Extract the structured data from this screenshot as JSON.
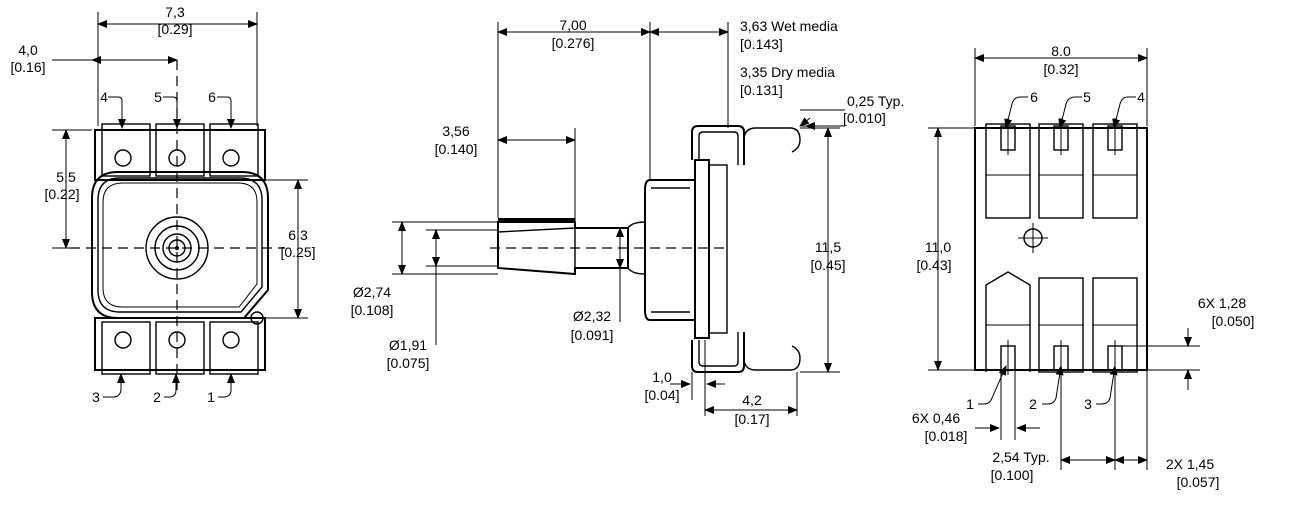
{
  "views": {
    "left": {
      "dims": {
        "width_mm": "7,3",
        "width_in": "[0.29]",
        "pitch_mm": "4,0",
        "pitch_in": "[0.16]",
        "height_mm": "5,5",
        "height_in": "[0.22]",
        "body_mm": "6,3",
        "body_in": "[0.25]"
      },
      "pins": [
        "4",
        "5",
        "6",
        "3",
        "2",
        "1"
      ]
    },
    "middle": {
      "dims": {
        "len_mm": "7,00",
        "len_in": "[0.276]",
        "wet_label": "3,63 Wet media",
        "wet_in": "[0.143]",
        "dry_label": "3,35 Dry media",
        "dry_in": "[0.131]",
        "typ_label": "0,25 Typ.",
        "typ_in": "[0.010]",
        "port_len_mm": "3,56",
        "port_len_in": "[0.140]",
        "height_mm": "11,5",
        "height_in": "[0.45]",
        "d274_mm": "Ø2,74",
        "d274_in": "[0.108]",
        "d191_mm": "Ø1,91",
        "d191_in": "[0.075]",
        "d232_mm": "Ø2,32",
        "d232_in": "[0.091]",
        "t10_mm": "1,0",
        "t10_in": "[0.04]",
        "w42_mm": "4,2",
        "w42_in": "[0.17]"
      }
    },
    "right": {
      "dims": {
        "width_mm": "8.0",
        "width_in": "[0.32]",
        "height_mm": "11,0",
        "height_in": "[0.43]",
        "pinlen_mm": "6X 1,28",
        "pinlen_in": "[0.050]",
        "pinw_mm": "6X 0,46",
        "pinw_in": "[0.018]",
        "pitch_mm": "2,54 Typ.",
        "pitch_in": "[0.100]",
        "edge_mm": "2X 1,45",
        "edge_in": "[0.057]"
      },
      "pins": [
        "6",
        "5",
        "4",
        "1",
        "2",
        "3"
      ]
    }
  }
}
